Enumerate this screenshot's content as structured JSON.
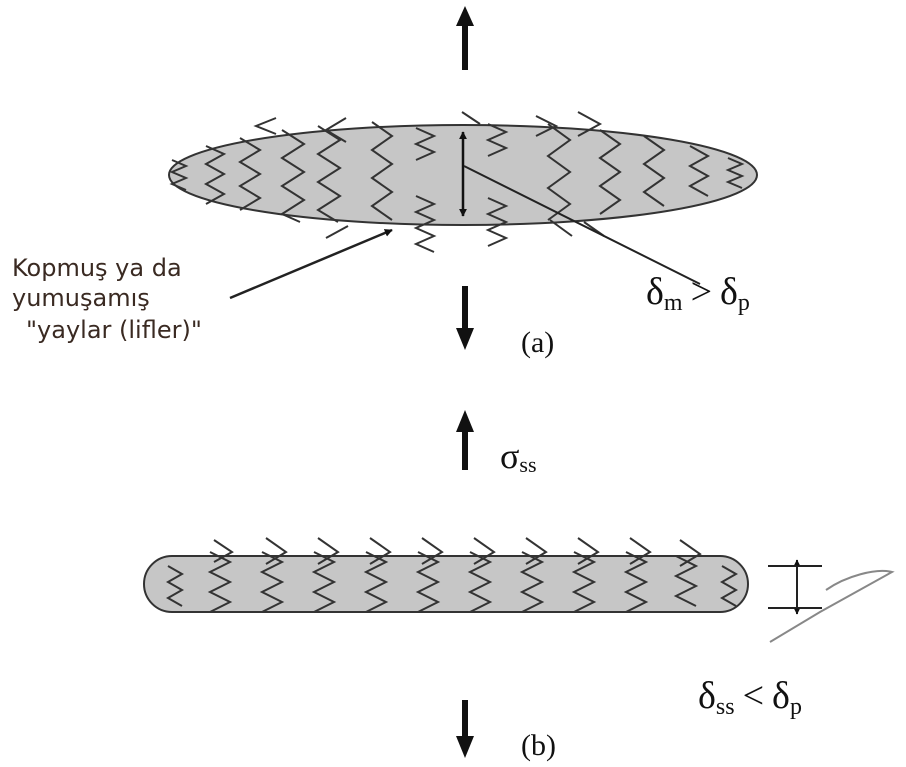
{
  "figure": {
    "annotation_lines": [
      "Kopmuş ya da",
      "yumuşamış",
      "\"yaylar (lifler)\""
    ],
    "panel_a": {
      "caption": "(a)",
      "relation": {
        "left_base": "δ",
        "left_sub": "m",
        "op": ">",
        "right_base": "δ",
        "right_sub": "p"
      }
    },
    "stress": {
      "base": "σ",
      "sub": "ss"
    },
    "panel_b": {
      "caption": "(b)",
      "relation": {
        "left_base": "δ",
        "left_sub": "ss",
        "op": "<",
        "right_base": "δ",
        "right_sub": "p"
      }
    }
  },
  "colors": {
    "fill": "#c6c6c6",
    "stroke": "#333333",
    "text_annotation": "#3a2a22"
  }
}
